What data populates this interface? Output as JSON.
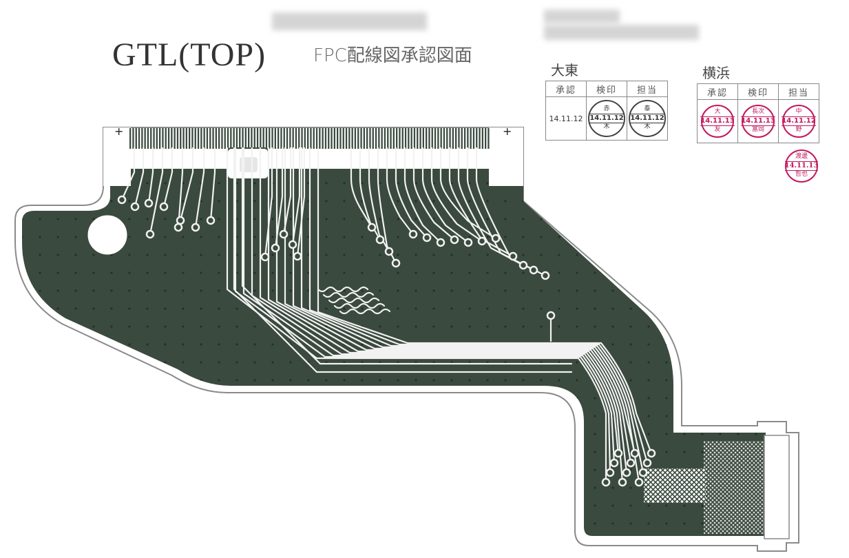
{
  "title": "GTL(TOP)",
  "subtitle": "FPC配線図承認図面",
  "approval_left": {
    "org": "大東",
    "headers": [
      "承認",
      "検印",
      "担当"
    ],
    "date": "14.11.12",
    "seals": [
      {
        "top": "赤",
        "date": "14.11.12",
        "bottom": "木"
      },
      {
        "top": "泰",
        "date": "14.11.12",
        "bottom": "木"
      }
    ]
  },
  "approval_right": {
    "org": "横浜",
    "headers": [
      "承認",
      "検印",
      "担当"
    ],
    "seals": [
      {
        "top": "大",
        "date": "14.11.13",
        "bottom": "友"
      },
      {
        "top": "長次",
        "date": "14.11.13",
        "bottom": "富岡"
      },
      {
        "top": "中",
        "date": "14.11.12",
        "bottom": "野"
      }
    ],
    "extra_seal": {
      "top": "渡邊",
      "date": "14.11.13",
      "bottom": "哲也"
    }
  },
  "colors": {
    "copper": "#3b4a3e",
    "outline": "#8a8a8a",
    "trace": "#f2f2f2",
    "red_seal": "#c2185b"
  },
  "marks": {
    "plus": "+"
  }
}
